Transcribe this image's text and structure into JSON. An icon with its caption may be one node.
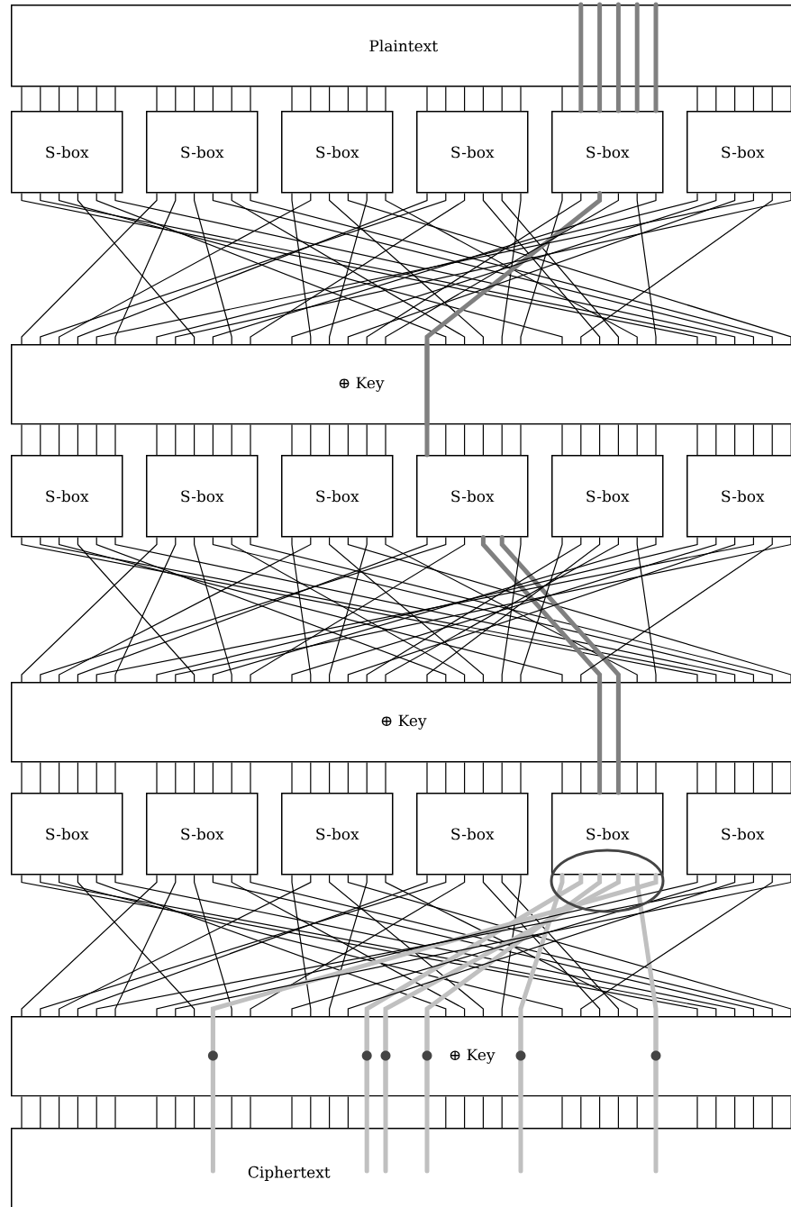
{
  "diagram": {
    "nodes": [
      {
        "text": [
          "Plaintext"
        ]
      },
      {
        "text": [
          "S-box"
        ]
      },
      {
        "text": [
          "S-box"
        ]
      },
      {
        "text": [
          "S-box"
        ]
      },
      {
        "text": [
          "S-box"
        ]
      },
      {
        "text": [
          "S-box"
        ]
      },
      {
        "text": [
          "S-box"
        ]
      },
      {
        "text": [
          "⊕ Key"
        ]
      },
      {
        "text": [
          "S-box"
        ]
      },
      {
        "text": [
          "S-box"
        ]
      },
      {
        "text": [
          "S-box"
        ]
      },
      {
        "text": [
          "S-box"
        ]
      },
      {
        "text": [
          "S-box"
        ]
      },
      {
        "text": [
          "S-box"
        ]
      },
      {
        "text": [
          "⊕ Key"
        ]
      },
      {
        "text": [
          "S-box"
        ]
      },
      {
        "text": [
          "S-box"
        ]
      },
      {
        "text": [
          "S-box"
        ]
      },
      {
        "text": [
          "S-box"
        ]
      },
      {
        "text": [
          "S-box"
        ]
      },
      {
        "text": [
          "S-box"
        ]
      },
      {
        "text": [
          "⊕ Key"
        ]
      },
      {
        "text": [
          "Ciphertext"
        ]
      }
    ],
    "edges": [
      {
        "from": 0,
        "to": 1,
        "arrow": "none"
      },
      {
        "from": 0,
        "to": 1,
        "arrow": "none"
      },
      {
        "from": 0,
        "to": 1,
        "arrow": "none"
      },
      {
        "from": 0,
        "to": 1,
        "arrow": "none"
      },
      {
        "from": 0,
        "to": 1,
        "arrow": "none"
      },
      {
        "from": 0,
        "to": 1,
        "arrow": "none"
      },
      {
        "from": 0,
        "to": 2,
        "arrow": "none"
      },
      {
        "from": 0,
        "to": 2,
        "arrow": "none"
      },
      {
        "from": 0,
        "to": 2,
        "arrow": "none"
      },
      {
        "from": 0,
        "to": 2,
        "arrow": "none"
      },
      {
        "from": 0,
        "to": 2,
        "arrow": "none"
      },
      {
        "from": 0,
        "to": 2,
        "arrow": "none"
      },
      {
        "from": 0,
        "to": 3,
        "arrow": "none"
      },
      {
        "from": 0,
        "to": 3,
        "arrow": "none"
      },
      {
        "from": 0,
        "to": 3,
        "arrow": "none"
      },
      {
        "from": 0,
        "to": 3,
        "arrow": "none"
      },
      {
        "from": 0,
        "to": 3,
        "arrow": "none"
      },
      {
        "from": 0,
        "to": 3,
        "arrow": "none"
      },
      {
        "from": 0,
        "to": 4,
        "arrow": "none"
      },
      {
        "from": 0,
        "to": 4,
        "arrow": "none"
      },
      {
        "from": 0,
        "to": 4,
        "arrow": "none"
      },
      {
        "from": 0,
        "to": 4,
        "arrow": "none"
      },
      {
        "from": 0,
        "to": 4,
        "arrow": "none"
      },
      {
        "from": 0,
        "to": 4,
        "arrow": "none"
      },
      {
        "from": 0,
        "to": 5,
        "arrow": "none"
      },
      {
        "from": 0,
        "to": 5,
        "arrow": "none",
        "style": "thick",
        "color": "#808080"
      },
      {
        "from": 0,
        "to": 5,
        "arrow": "none",
        "style": "thick",
        "color": "#808080"
      },
      {
        "from": 0,
        "to": 5,
        "arrow": "none",
        "style": "thick",
        "color": "#808080"
      },
      {
        "from": 0,
        "to": 5,
        "arrow": "none",
        "style": "thick",
        "color": "#808080"
      },
      {
        "from": 0,
        "to": 5,
        "arrow": "none",
        "style": "thick",
        "color": "#808080"
      },
      {
        "from": 0,
        "to": 6,
        "arrow": "none"
      },
      {
        "from": 0,
        "to": 6,
        "arrow": "none"
      },
      {
        "from": 0,
        "to": 6,
        "arrow": "none"
      },
      {
        "from": 0,
        "to": 6,
        "arrow": "none"
      },
      {
        "from": 0,
        "to": 6,
        "arrow": "none"
      },
      {
        "from": 0,
        "to": 6,
        "arrow": "none"
      },
      {
        "from": 1,
        "to": 7,
        "arrow": "none"
      },
      {
        "from": 1,
        "to": 7,
        "arrow": "none"
      },
      {
        "from": 1,
        "to": 7,
        "arrow": "none"
      },
      {
        "from": 1,
        "to": 7,
        "arrow": "none"
      },
      {
        "from": 1,
        "to": 7,
        "arrow": "none"
      },
      {
        "from": 1,
        "to": 7,
        "arrow": "none"
      },
      {
        "from": 2,
        "to": 7,
        "arrow": "none"
      },
      {
        "from": 2,
        "to": 7,
        "arrow": "none"
      },
      {
        "from": 2,
        "to": 7,
        "arrow": "none"
      },
      {
        "from": 2,
        "to": 7,
        "arrow": "none"
      },
      {
        "from": 2,
        "to": 7,
        "arrow": "none"
      },
      {
        "from": 2,
        "to": 7,
        "arrow": "none"
      },
      {
        "from": 3,
        "to": 7,
        "arrow": "none"
      },
      {
        "from": 3,
        "to": 7,
        "arrow": "none"
      },
      {
        "from": 3,
        "to": 7,
        "arrow": "none"
      },
      {
        "from": 3,
        "to": 7,
        "arrow": "none"
      },
      {
        "from": 3,
        "to": 7,
        "arrow": "none"
      },
      {
        "from": 3,
        "to": 7,
        "arrow": "none"
      },
      {
        "from": 4,
        "to": 7,
        "arrow": "none"
      },
      {
        "from": 4,
        "to": 7,
        "arrow": "none"
      },
      {
        "from": 4,
        "to": 7,
        "arrow": "none"
      },
      {
        "from": 4,
        "to": 7,
        "arrow": "none"
      },
      {
        "from": 4,
        "to": 7,
        "arrow": "none"
      },
      {
        "from": 4,
        "to": 7,
        "arrow": "none"
      },
      {
        "from": 5,
        "to": 7,
        "arrow": "none"
      },
      {
        "from": 5,
        "to": 7,
        "arrow": "none"
      },
      {
        "from": 5,
        "to": 7,
        "arrow": "none",
        "style": "thick",
        "color": "#808080"
      },
      {
        "from": 5,
        "to": 7,
        "arrow": "none"
      },
      {
        "from": 5,
        "to": 7,
        "arrow": "none"
      },
      {
        "from": 5,
        "to": 7,
        "arrow": "none"
      },
      {
        "from": 6,
        "to": 7,
        "arrow": "none"
      },
      {
        "from": 6,
        "to": 7,
        "arrow": "none"
      },
      {
        "from": 6,
        "to": 7,
        "arrow": "none"
      },
      {
        "from": 6,
        "to": 7,
        "arrow": "none"
      },
      {
        "from": 6,
        "to": 7,
        "arrow": "none"
      },
      {
        "from": 6,
        "to": 7,
        "arrow": "none"
      },
      {
        "from": 7,
        "to": 8,
        "arrow": "none"
      },
      {
        "from": 7,
        "to": 8,
        "arrow": "none"
      },
      {
        "from": 7,
        "to": 8,
        "arrow": "none"
      },
      {
        "from": 7,
        "to": 8,
        "arrow": "none"
      },
      {
        "from": 7,
        "to": 8,
        "arrow": "none"
      },
      {
        "from": 7,
        "to": 8,
        "arrow": "none"
      },
      {
        "from": 7,
        "to": 9,
        "arrow": "none"
      },
      {
        "from": 7,
        "to": 9,
        "arrow": "none"
      },
      {
        "from": 7,
        "to": 9,
        "arrow": "none"
      },
      {
        "from": 7,
        "to": 9,
        "arrow": "none"
      },
      {
        "from": 7,
        "to": 9,
        "arrow": "none"
      },
      {
        "from": 7,
        "to": 9,
        "arrow": "none"
      },
      {
        "from": 7,
        "to": 10,
        "arrow": "none"
      },
      {
        "from": 7,
        "to": 10,
        "arrow": "none"
      },
      {
        "from": 7,
        "to": 10,
        "arrow": "none"
      },
      {
        "from": 7,
        "to": 10,
        "arrow": "none"
      },
      {
        "from": 7,
        "to": 10,
        "arrow": "none"
      },
      {
        "from": 7,
        "to": 10,
        "arrow": "none"
      },
      {
        "from": 7,
        "to": 11,
        "arrow": "none",
        "style": "thick",
        "color": "#808080"
      },
      {
        "from": 7,
        "to": 11,
        "arrow": "none"
      },
      {
        "from": 7,
        "to": 11,
        "arrow": "none"
      },
      {
        "from": 7,
        "to": 11,
        "arrow": "none"
      },
      {
        "from": 7,
        "to": 11,
        "arrow": "none"
      },
      {
        "from": 7,
        "to": 11,
        "arrow": "none"
      },
      {
        "from": 7,
        "to": 12,
        "arrow": "none"
      },
      {
        "from": 7,
        "to": 12,
        "arrow": "none"
      },
      {
        "from": 7,
        "to": 12,
        "arrow": "none"
      },
      {
        "from": 7,
        "to": 12,
        "arrow": "none"
      },
      {
        "from": 7,
        "to": 12,
        "arrow": "none"
      },
      {
        "from": 7,
        "to": 12,
        "arrow": "none"
      },
      {
        "from": 7,
        "to": 13,
        "arrow": "none"
      },
      {
        "from": 7,
        "to": 13,
        "arrow": "none"
      },
      {
        "from": 7,
        "to": 13,
        "arrow": "none"
      },
      {
        "from": 7,
        "to": 13,
        "arrow": "none"
      },
      {
        "from": 7,
        "to": 13,
        "arrow": "none"
      },
      {
        "from": 7,
        "to": 13,
        "arrow": "none"
      },
      {
        "from": 8,
        "to": 14,
        "arrow": "none"
      },
      {
        "from": 8,
        "to": 14,
        "arrow": "none"
      },
      {
        "from": 8,
        "to": 14,
        "arrow": "none"
      },
      {
        "from": 8,
        "to": 14,
        "arrow": "none"
      },
      {
        "from": 8,
        "to": 14,
        "arrow": "none"
      },
      {
        "from": 8,
        "to": 14,
        "arrow": "none"
      },
      {
        "from": 9,
        "to": 14,
        "arrow": "none"
      },
      {
        "from": 9,
        "to": 14,
        "arrow": "none"
      },
      {
        "from": 9,
        "to": 14,
        "arrow": "none"
      },
      {
        "from": 9,
        "to": 14,
        "arrow": "none"
      },
      {
        "from": 9,
        "to": 14,
        "arrow": "none"
      },
      {
        "from": 9,
        "to": 14,
        "arrow": "none"
      },
      {
        "from": 10,
        "to": 14,
        "arrow": "none"
      },
      {
        "from": 10,
        "to": 14,
        "arrow": "none"
      },
      {
        "from": 10,
        "to": 14,
        "arrow": "none"
      },
      {
        "from": 10,
        "to": 14,
        "arrow": "none"
      },
      {
        "from": 10,
        "to": 14,
        "arrow": "none"
      },
      {
        "from": 10,
        "to": 14,
        "arrow": "none"
      },
      {
        "from": 11,
        "to": 14,
        "arrow": "none"
      },
      {
        "from": 11,
        "to": 14,
        "arrow": "none"
      },
      {
        "from": 11,
        "to": 14,
        "arrow": "none"
      },
      {
        "from": 11,
        "to": 14,
        "arrow": "none",
        "style": "thick",
        "color": "#808080"
      },
      {
        "from": 11,
        "to": 14,
        "arrow": "none",
        "style": "thick",
        "color": "#808080"
      },
      {
        "from": 11,
        "to": 14,
        "arrow": "none"
      },
      {
        "from": 12,
        "to": 14,
        "arrow": "none"
      },
      {
        "from": 12,
        "to": 14,
        "arrow": "none"
      },
      {
        "from": 12,
        "to": 14,
        "arrow": "none"
      },
      {
        "from": 12,
        "to": 14,
        "arrow": "none"
      },
      {
        "from": 12,
        "to": 14,
        "arrow": "none"
      },
      {
        "from": 12,
        "to": 14,
        "arrow": "none"
      },
      {
        "from": 13,
        "to": 14,
        "arrow": "none"
      },
      {
        "from": 13,
        "to": 14,
        "arrow": "none"
      },
      {
        "from": 13,
        "to": 14,
        "arrow": "none"
      },
      {
        "from": 13,
        "to": 14,
        "arrow": "none"
      },
      {
        "from": 13,
        "to": 14,
        "arrow": "none"
      },
      {
        "from": 13,
        "to": 14,
        "arrow": "none"
      },
      {
        "from": 14,
        "to": 15,
        "arrow": "none"
      },
      {
        "from": 14,
        "to": 15,
        "arrow": "none"
      },
      {
        "from": 14,
        "to": 15,
        "arrow": "none"
      },
      {
        "from": 14,
        "to": 15,
        "arrow": "none"
      },
      {
        "from": 14,
        "to": 15,
        "arrow": "none"
      },
      {
        "from": 14,
        "to": 15,
        "arrow": "none"
      },
      {
        "from": 14,
        "to": 16,
        "arrow": "none"
      },
      {
        "from": 14,
        "to": 16,
        "arrow": "none"
      },
      {
        "from": 14,
        "to": 16,
        "arrow": "none"
      },
      {
        "from": 14,
        "to": 16,
        "arrow": "none"
      },
      {
        "from": 14,
        "to": 16,
        "arrow": "none"
      },
      {
        "from": 14,
        "to": 16,
        "arrow": "none"
      },
      {
        "from": 14,
        "to": 17,
        "arrow": "none"
      },
      {
        "from": 14,
        "to": 17,
        "arrow": "none"
      },
      {
        "from": 14,
        "to": 17,
        "arrow": "none"
      },
      {
        "from": 14,
        "to": 17,
        "arrow": "none"
      },
      {
        "from": 14,
        "to": 17,
        "arrow": "none"
      },
      {
        "from": 14,
        "to": 17,
        "arrow": "none"
      },
      {
        "from": 14,
        "to": 18,
        "arrow": "none"
      },
      {
        "from": 14,
        "to": 18,
        "arrow": "none"
      },
      {
        "from": 14,
        "to": 18,
        "arrow": "none"
      },
      {
        "from": 14,
        "to": 18,
        "arrow": "none"
      },
      {
        "from": 14,
        "to": 18,
        "arrow": "none"
      },
      {
        "from": 14,
        "to": 18,
        "arrow": "none"
      },
      {
        "from": 14,
        "to": 19,
        "arrow": "none"
      },
      {
        "from": 14,
        "to": 19,
        "arrow": "none"
      },
      {
        "from": 14,
        "to": 19,
        "arrow": "none",
        "style": "thick",
        "color": "#808080"
      },
      {
        "from": 14,
        "to": 19,
        "arrow": "none",
        "style": "thick",
        "color": "#808080"
      },
      {
        "from": 14,
        "to": 19,
        "arrow": "none"
      },
      {
        "from": 14,
        "to": 19,
        "arrow": "none"
      },
      {
        "from": 14,
        "to": 20,
        "arrow": "none"
      },
      {
        "from": 14,
        "to": 20,
        "arrow": "none"
      },
      {
        "from": 14,
        "to": 20,
        "arrow": "none"
      },
      {
        "from": 14,
        "to": 20,
        "arrow": "none"
      },
      {
        "from": 14,
        "to": 20,
        "arrow": "none"
      },
      {
        "from": 14,
        "to": 20,
        "arrow": "none"
      },
      {
        "from": 15,
        "to": 21,
        "arrow": "none"
      },
      {
        "from": 15,
        "to": 21,
        "arrow": "none"
      },
      {
        "from": 15,
        "to": 21,
        "arrow": "none"
      },
      {
        "from": 15,
        "to": 21,
        "arrow": "none"
      },
      {
        "from": 15,
        "to": 21,
        "arrow": "none"
      },
      {
        "from": 15,
        "to": 21,
        "arrow": "none"
      },
      {
        "from": 16,
        "to": 21,
        "arrow": "none"
      },
      {
        "from": 16,
        "to": 21,
        "arrow": "none"
      },
      {
        "from": 16,
        "to": 21,
        "arrow": "none"
      },
      {
        "from": 16,
        "to": 21,
        "arrow": "none"
      },
      {
        "from": 16,
        "to": 21,
        "arrow": "none"
      },
      {
        "from": 16,
        "to": 21,
        "arrow": "none"
      },
      {
        "from": 17,
        "to": 21,
        "arrow": "none"
      },
      {
        "from": 17,
        "to": 21,
        "arrow": "none"
      },
      {
        "from": 17,
        "to": 21,
        "arrow": "none"
      },
      {
        "from": 17,
        "to": 21,
        "arrow": "none"
      },
      {
        "from": 17,
        "to": 21,
        "arrow": "none"
      },
      {
        "from": 17,
        "to": 21,
        "arrow": "none"
      },
      {
        "from": 18,
        "to": 21,
        "arrow": "none"
      },
      {
        "from": 18,
        "to": 21,
        "arrow": "none"
      },
      {
        "from": 18,
        "to": 21,
        "arrow": "none"
      },
      {
        "from": 18,
        "to": 21,
        "arrow": "none"
      },
      {
        "from": 18,
        "to": 21,
        "arrow": "none"
      },
      {
        "from": 18,
        "to": 21,
        "arrow": "none"
      },
      {
        "from": 19,
        "to": 21,
        "arrow": "none",
        "style": "thick",
        "color": "#c0c0c0"
      },
      {
        "from": 19,
        "to": 21,
        "arrow": "none",
        "style": "thick",
        "color": "#c0c0c0"
      },
      {
        "from": 19,
        "to": 21,
        "arrow": "none",
        "style": "thick",
        "color": "#c0c0c0"
      },
      {
        "from": 19,
        "to": 21,
        "arrow": "none",
        "style": "thick",
        "color": "#c0c0c0"
      },
      {
        "from": 19,
        "to": 21,
        "arrow": "none",
        "style": "thick",
        "color": "#c0c0c0"
      },
      {
        "from": 19,
        "to": 21,
        "arrow": "none",
        "style": "thick",
        "color": "#c0c0c0"
      },
      {
        "from": 20,
        "to": 21,
        "arrow": "none"
      },
      {
        "from": 20,
        "to": 21,
        "arrow": "none"
      },
      {
        "from": 20,
        "to": 21,
        "arrow": "none"
      },
      {
        "from": 20,
        "to": 21,
        "arrow": "none"
      },
      {
        "from": 20,
        "to": 21,
        "arrow": "none"
      },
      {
        "from": 20,
        "to": 21,
        "arrow": "none"
      },
      {
        "from": 21,
        "to": 22,
        "arrow": "none"
      },
      {
        "from": 21,
        "to": 22,
        "arrow": "none"
      },
      {
        "from": 21,
        "to": 22,
        "arrow": "none"
      },
      {
        "from": 21,
        "to": 22,
        "arrow": "none"
      },
      {
        "from": 21,
        "to": 22,
        "arrow": "none"
      },
      {
        "from": 21,
        "to": 22,
        "arrow": "none"
      },
      {
        "from": 21,
        "to": 22,
        "arrow": "none"
      },
      {
        "from": 21,
        "to": 22,
        "arrow": "none"
      },
      {
        "from": 21,
        "to": 22,
        "arrow": "none"
      },
      {
        "from": 21,
        "to": 22,
        "arrow": "none",
        "style": "thick",
        "color": "#c0c0c0"
      },
      {
        "from": 21,
        "to": 22,
        "arrow": "none"
      },
      {
        "from": 21,
        "to": 22,
        "arrow": "none"
      },
      {
        "from": 21,
        "to": 22,
        "arrow": "none"
      },
      {
        "from": 21,
        "to": 22,
        "arrow": "none"
      },
      {
        "from": 21,
        "to": 22,
        "arrow": "none"
      },
      {
        "from": 21,
        "to": 22,
        "arrow": "none"
      },
      {
        "from": 21,
        "to": 22,
        "arrow": "none",
        "style": "thick",
        "color": "#c0c0c0"
      },
      {
        "from": 21,
        "to": 22,
        "arrow": "none",
        "style": "thick",
        "color": "#c0c0c0"
      },
      {
        "from": 21,
        "to": 22,
        "arrow": "none",
        "style": "thick",
        "color": "#c0c0c0"
      },
      {
        "from": 21,
        "to": 22,
        "arrow": "none"
      },
      {
        "from": 21,
        "to": 22,
        "arrow": "none"
      },
      {
        "from": 21,
        "to": 22,
        "arrow": "none"
      },
      {
        "from": 21,
        "to": 22,
        "arrow": "none"
      },
      {
        "from": 21,
        "to": 22,
        "arrow": "none",
        "style": "thick",
        "color": "#c0c0c0"
      },
      {
        "from": 21,
        "to": 22,
        "arrow": "none"
      },
      {
        "from": 21,
        "to": 22,
        "arrow": "none"
      },
      {
        "from": 21,
        "to": 22,
        "arrow": "none"
      },
      {
        "from": 21,
        "to": 22,
        "arrow": "none"
      },
      {
        "from": 21,
        "to": 22,
        "arrow": "none"
      },
      {
        "from": 21,
        "to": 22,
        "arrow": "none",
        "style": "thick",
        "color": "#c0c0c0"
      },
      {
        "from": 21,
        "to": 22,
        "arrow": "none"
      },
      {
        "from": 21,
        "to": 22,
        "arrow": "none"
      },
      {
        "from": 21,
        "to": 22,
        "arrow": "none"
      },
      {
        "from": 21,
        "to": 22,
        "arrow": "none"
      },
      {
        "from": 21,
        "to": 22,
        "arrow": "none"
      },
      {
        "from": 21,
        "to": 22,
        "arrow": "none"
      }
    ]
  }
}
